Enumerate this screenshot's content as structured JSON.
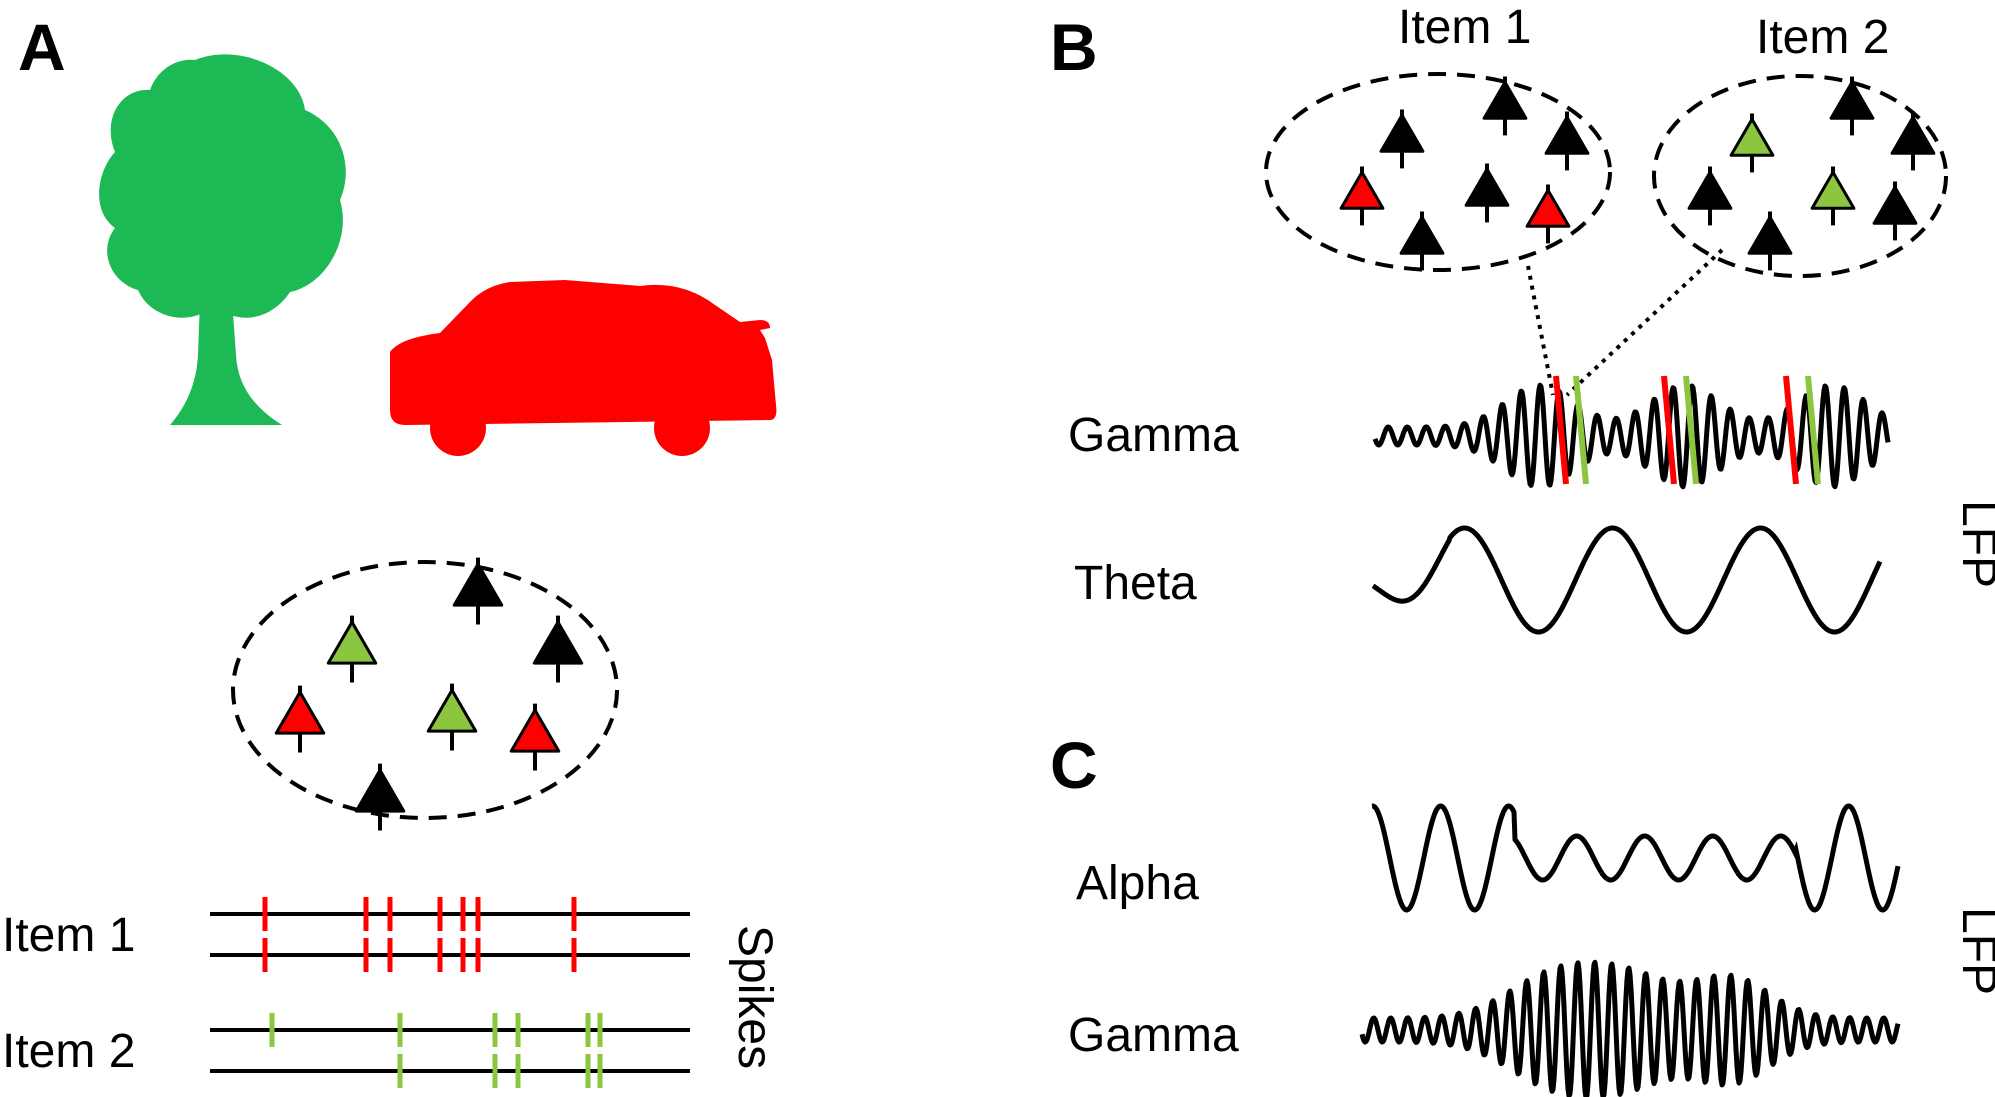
{
  "panels": {
    "a": {
      "letter": "A"
    },
    "b": {
      "letter": "B"
    },
    "c": {
      "letter": "C"
    }
  },
  "labels": {
    "item1_top": "Item 1",
    "item2_top": "Item 2",
    "gamma_b": "Gamma",
    "theta": "Theta",
    "lfp_b": "LFP",
    "alpha": "Alpha",
    "gamma_c": "Gamma",
    "lfp_c": "LFP",
    "item1_spikes": "Item 1",
    "item2_spikes": "Item 2",
    "spikes": "Spikes"
  },
  "icons": {
    "tree": "tree-icon",
    "car": "car-icon",
    "neuron": "pyramidal-neuron-icon"
  },
  "colors": {
    "item1": "#ff0000",
    "item2": "#8cc63f",
    "tree": "#1db954",
    "car": "#ff0000",
    "neutral": "#000000"
  }
}
